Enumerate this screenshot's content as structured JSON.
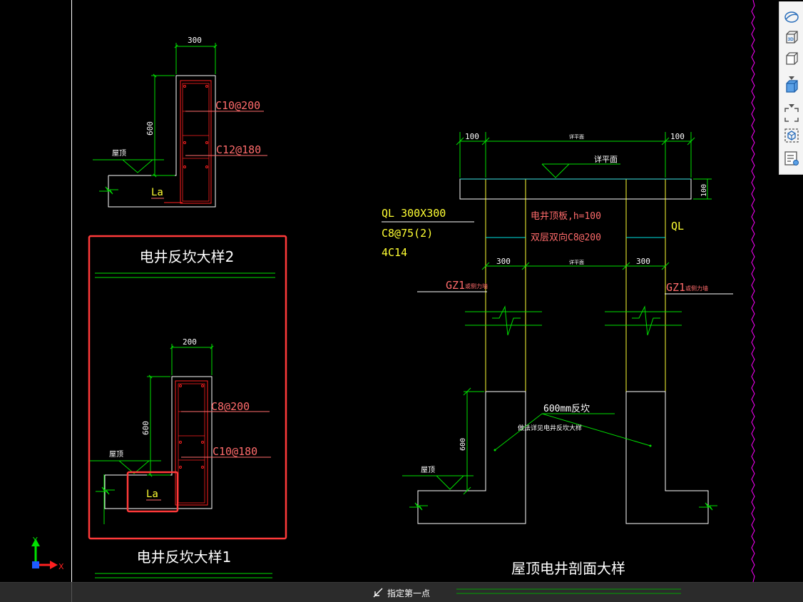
{
  "window": {
    "status_prompt": "指定第一点"
  },
  "toolbar": {
    "items": [
      {
        "icon": "orbit-icon"
      },
      {
        "icon": "3d-view-icon",
        "label": "3D"
      },
      {
        "icon": "view-cube-icon"
      },
      {
        "icon": "visual-style-icon"
      },
      {
        "icon": "zoom-extents-icon"
      },
      {
        "icon": "isolate-object-icon"
      },
      {
        "icon": "properties-panel-icon"
      }
    ]
  },
  "ucs": {
    "x_label": "X",
    "y_label": "Y"
  },
  "colors": {
    "background": "#000000",
    "geometry": "#ffffff",
    "dimension": "#00e000",
    "rebar": "#ff2020",
    "annotation_red": "#ff6b6b",
    "yellow": "#ffff33",
    "cyan": "#00e0e0",
    "highlight": "#ff3a3a",
    "crosshair_magenta": "#ff00ff"
  },
  "drawing": {
    "detail_top": {
      "dim_width": "300",
      "dim_height": "600",
      "rebar_1": "C10@200",
      "rebar_2": "C12@180",
      "roof_label": "屋顶",
      "anchor_label": "La"
    },
    "detail_2": {
      "title": "电井反坎大样2"
    },
    "detail_1": {
      "dim_width": "200",
      "dim_height": "600",
      "rebar_1": "C8@200",
      "rebar_2": "C10@180",
      "roof_label": "屋顶",
      "anchor_label": "La",
      "title": "电井反坎大样1"
    },
    "section": {
      "dim_left": "100",
      "dim_right": "100",
      "dim_mid_label": "详平面",
      "level_label": "详平面",
      "dim_slab": "100",
      "beam_spec_1": "QL 300X300",
      "beam_spec_2": "C8@75(2)",
      "beam_spec_3": "4C14",
      "slab_note_1": "电井顶板,h=100",
      "slab_note_2": "双层双向C8@200",
      "ql_label": "QL",
      "dim_col_left": "300",
      "dim_col_right": "300",
      "dim_mid_label_2": "详平面",
      "gz_left": "GZ1",
      "gz_left_note": "或侧力墙",
      "gz_right": "GZ1",
      "gz_right_note": "或侧力墙",
      "curb_label": "600mm反坎",
      "curb_note": "做法详见电井反坎大样",
      "dim_curb": "600",
      "roof_label": "屋顶",
      "title": "屋顶电井剖面大样"
    }
  }
}
